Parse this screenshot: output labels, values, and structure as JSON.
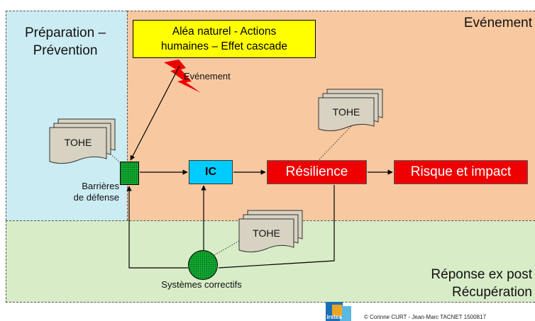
{
  "zones": {
    "preparation": "Préparation –\nPrévention",
    "event": "Evénement",
    "response": "Réponse ex post\nRécupération"
  },
  "hazard_box": "Aléa naturel - Actions\nhumaines – Effet cascade",
  "lightning_label": "Evénement",
  "tohe_label": "TOHE",
  "barrier_label": "Barrières\nde défense",
  "nodes": {
    "ic": "IC",
    "resilience": "Résilience",
    "risk": "Risque et impact"
  },
  "corrective_label": "Systèmes correctifs",
  "logo_text": "irstea",
  "copyright": "© Corinne CURT  - Jean-Marc TACNET 1500817",
  "colors": {
    "prep_zone": "#ccecf3",
    "event_zone": "#f8c8a0",
    "response_zone": "#d8ecc8",
    "hazard_box": "#ffff00",
    "ic_node": "#00ccff",
    "red_node": "#ee0000",
    "green_node": "#18c03a"
  }
}
